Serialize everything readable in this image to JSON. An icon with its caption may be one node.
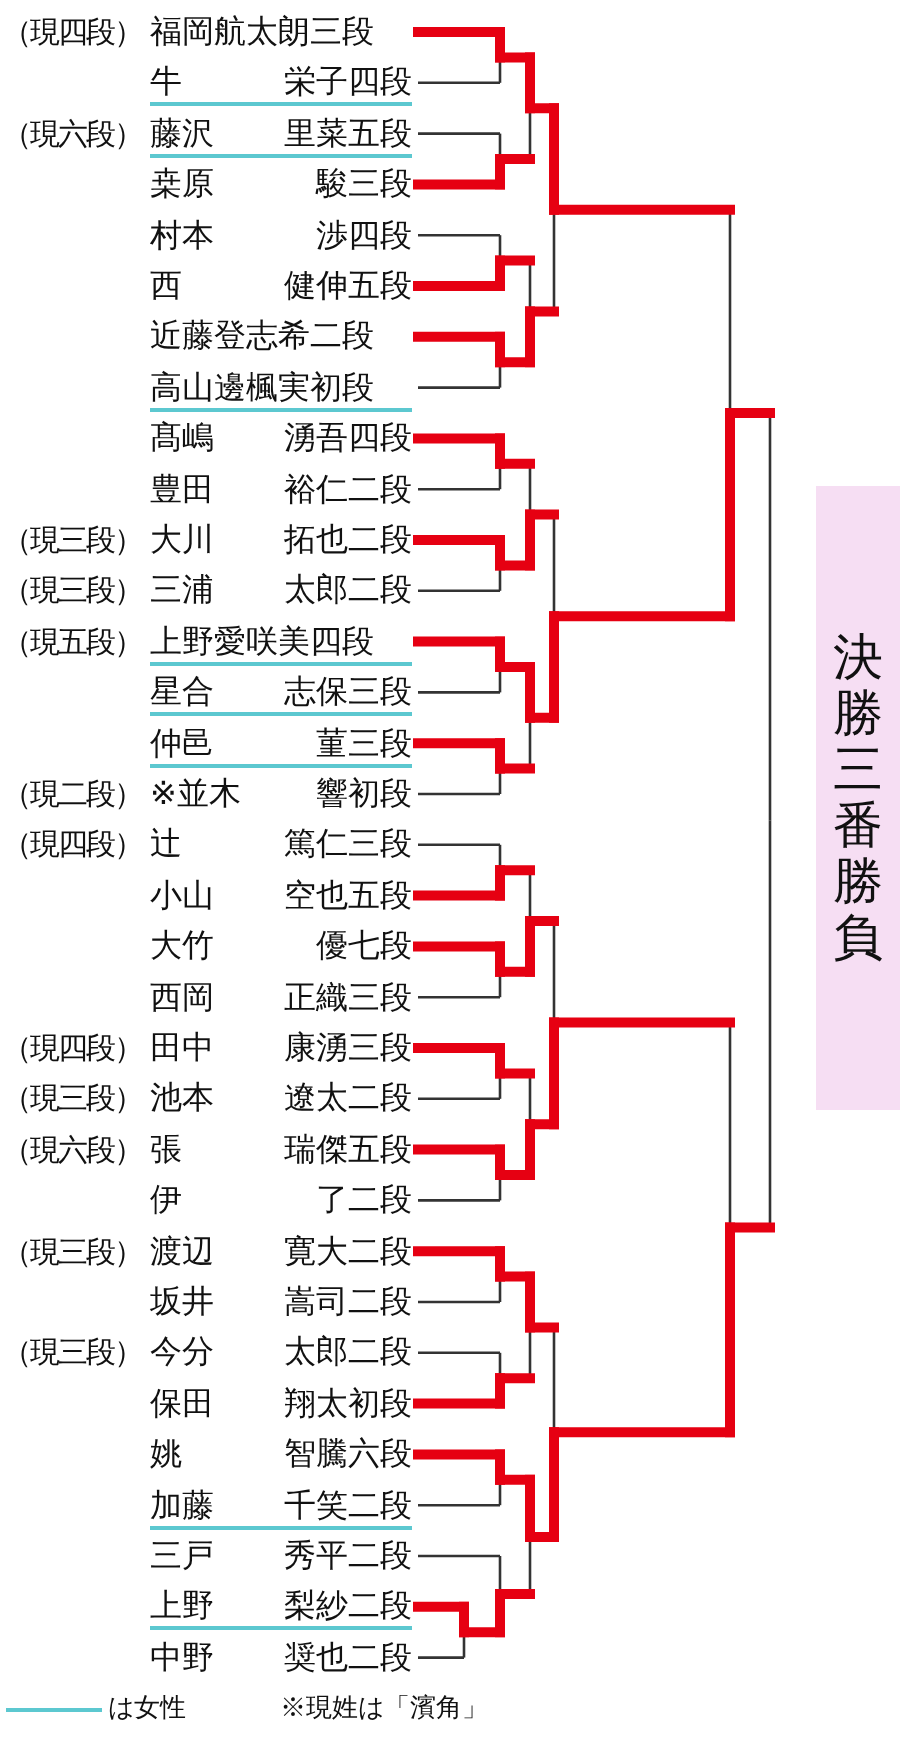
{
  "diagram": {
    "nodes": [
      {
        "text": [
          "決勝三番勝負"
        ]
      }
    ],
    "labels": [
      "（現四段）",
      "福岡航太朗三段",
      "牛 栄子四段",
      "（現六段）",
      "藤沢 里菜五段",
      "桒原 駿三段",
      "村本 渉四段",
      "西 健伸五段",
      "近藤登志希二段",
      "高山邊楓実初段",
      "髙嶋 湧吾四段",
      "豊田 裕仁二段",
      "（現三段）",
      "大川 拓也二段",
      "（現三段）",
      "三浦 太郎二段",
      "（現五段）",
      "上野愛咲美四段",
      "星合 志保三段",
      "仲邑 菫三段",
      "（現二段）",
      "※並木 響初段",
      "（現四段）",
      "辻 篤仁三段",
      "小山 空也五段",
      "大竹 優七段",
      "西岡 正織三段",
      "（現四段）",
      "田中 康湧三段",
      "（現三段）",
      "池本 遼太二段",
      "（現六段）",
      "張 瑞傑五段",
      "伊 了二段",
      "（現三段）",
      "渡辺 寛大二段",
      "坂井 嵩司二段",
      "（現三段）",
      "今分 太郎二段",
      "保田 翔太初段",
      "姚 智騰六段",
      "加藤 千笑二段",
      "三戸 秀平二段",
      "上野 梨紗二段",
      "中野 奨也二段",
      "※現姓は「濱角」"
    ],
    "legend": [
      {
        "text": "は女性"
      }
    ]
  }
}
